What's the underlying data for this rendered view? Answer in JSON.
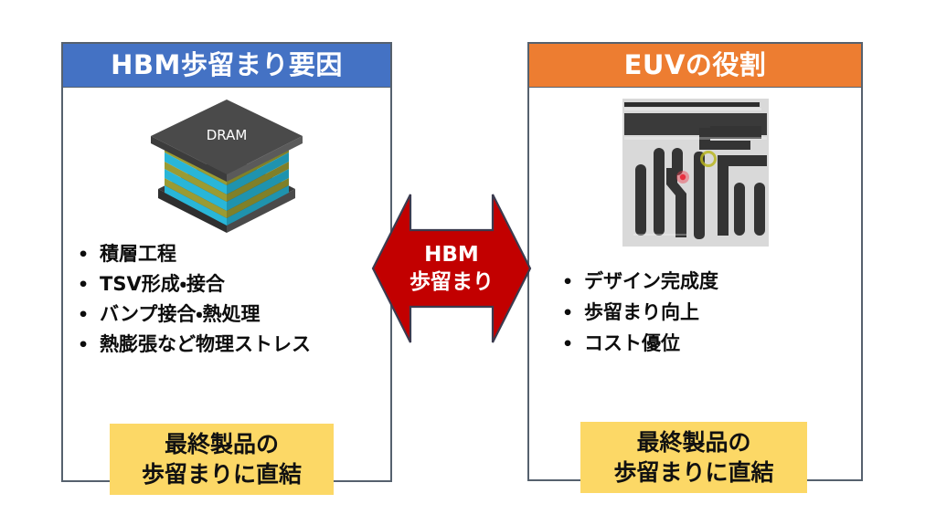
{
  "background_color": "#ffffff",
  "left_panel": {
    "header": {
      "title": "HBM歩留まり要因",
      "bg_color": "#4472C4",
      "text_color": "#FFFFFF"
    },
    "figure": {
      "type": "dram-stack-illustration",
      "label": "DRAM",
      "colors": {
        "top": "#4a4a4a",
        "layer_a": "#29b6d8",
        "layer_b": "#9a9b33",
        "base": "#3d3d3d"
      }
    },
    "bullets": [
      {
        "marker": "•",
        "text": "積層工程"
      },
      {
        "marker": "•",
        "text": "TSV形成・接合"
      },
      {
        "marker": "•",
        "text": "バンプ接合・熱処理"
      },
      {
        "marker": "•",
        "text": "熱膨張など物理ストレス"
      }
    ],
    "callout": {
      "line1": "最終製品の",
      "line2": "歩留まりに直結",
      "bg_color": "#FCD866",
      "text_color": "#111111"
    }
  },
  "right_panel": {
    "header": {
      "title": "EUVの役割",
      "bg_color": "#ED7D31",
      "text_color": "#FFFFFF"
    },
    "figure": {
      "type": "sem-micrograph",
      "description": "EUVパターン SEM画像",
      "markers": [
        {
          "name": "red-dot-marker",
          "color": "#F04050"
        },
        {
          "name": "yellow-circle-marker",
          "color": "#B8B520"
        }
      ]
    },
    "bullets": [
      {
        "marker": "•",
        "text": "デザイン完成度"
      },
      {
        "marker": "•",
        "text": "歩留まり向上"
      },
      {
        "marker": "•",
        "text": "コスト優位"
      }
    ],
    "callout": {
      "line1": "最終製品の",
      "line2": "歩留まりに直結",
      "bg_color": "#FCD866",
      "text_color": "#111111"
    }
  },
  "center_arrow": {
    "direction": "bidirectional",
    "line1": "HBM",
    "line2": "歩留まり",
    "fill_color": "#C20000",
    "outline_color": "#3B3B4F",
    "text_color": "#FFFFFF"
  }
}
